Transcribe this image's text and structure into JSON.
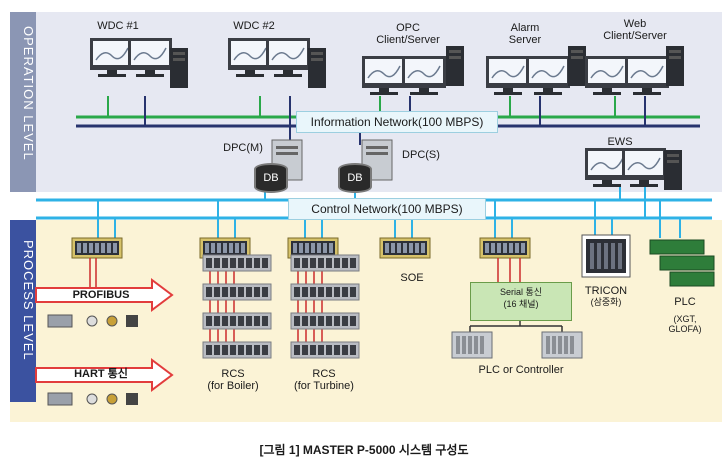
{
  "levels": {
    "operation": "OPERATION LEVEL",
    "process": "PROCESS LEVEL"
  },
  "workstations": {
    "wdc1": "WDC #1",
    "wdc2": "WDC #2",
    "opc": [
      "OPC",
      "Client/Server"
    ],
    "alarm": [
      "Alarm",
      "Server"
    ],
    "web": [
      "Web",
      "Client/Server"
    ],
    "ews": "EWS"
  },
  "servers": {
    "dpc_m": "DPC(M)",
    "dpc_s": "DPC(S)",
    "db": "DB"
  },
  "networks": {
    "information": "Information Network(100 MBPS)",
    "control": "Control Network(100 MBPS)"
  },
  "fieldbus": {
    "profibus": "PROFIBUS",
    "hart": "HART 통신"
  },
  "process_units": {
    "rcs_boiler": [
      "RCS",
      "(for Boiler)"
    ],
    "rcs_turbine": [
      "RCS",
      "(for Turbine)"
    ],
    "soe": "SOE",
    "serial": [
      "Serial 통신",
      "(16 채널)"
    ],
    "plc_or_controller": "PLC or Controller",
    "tricon": [
      "TRICON",
      "(삼중화)"
    ],
    "plc": "PLC",
    "plc_note": [
      "(XGT,",
      "GLOFA)"
    ]
  },
  "caption": "[그림 1] MASTER P-5000 시스템 구성도",
  "colors": {
    "info_net_green": "#2aa84a",
    "info_net_blue": "#27336e",
    "control_net": "#2eb2e6",
    "arrow_red": "#e23c3c",
    "bus_red": "#cc2b2b"
  }
}
